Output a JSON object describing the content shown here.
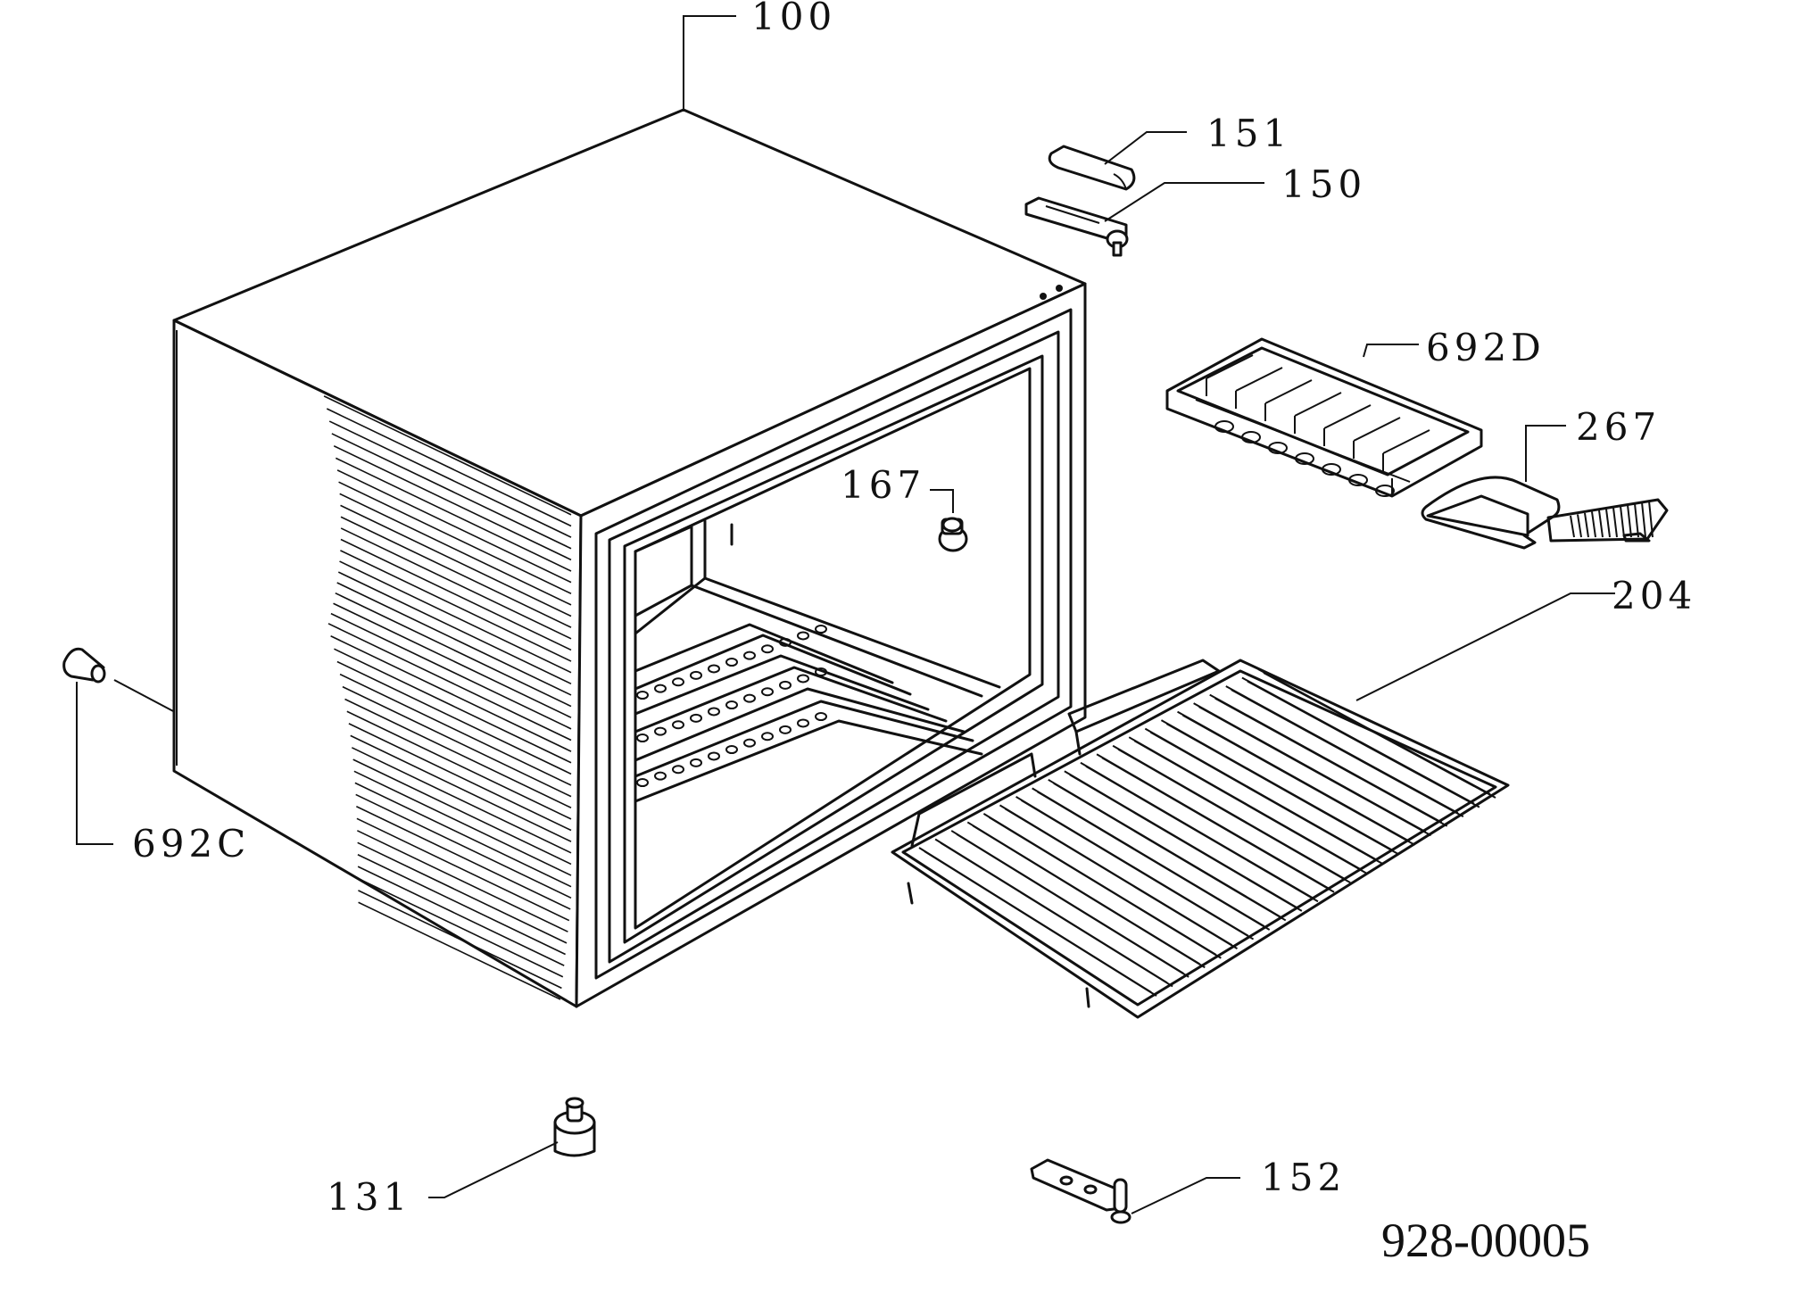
{
  "colors": {
    "ink": "#111111",
    "paper": "#ffffff"
  },
  "callouts": {
    "c100": "100",
    "c151": "151",
    "c150": "150",
    "c692d": "692D",
    "c267": "267",
    "c167": "167",
    "c204": "204",
    "c692c": "692C",
    "c131": "131",
    "c152": "152"
  },
  "document_number": "928-00005"
}
